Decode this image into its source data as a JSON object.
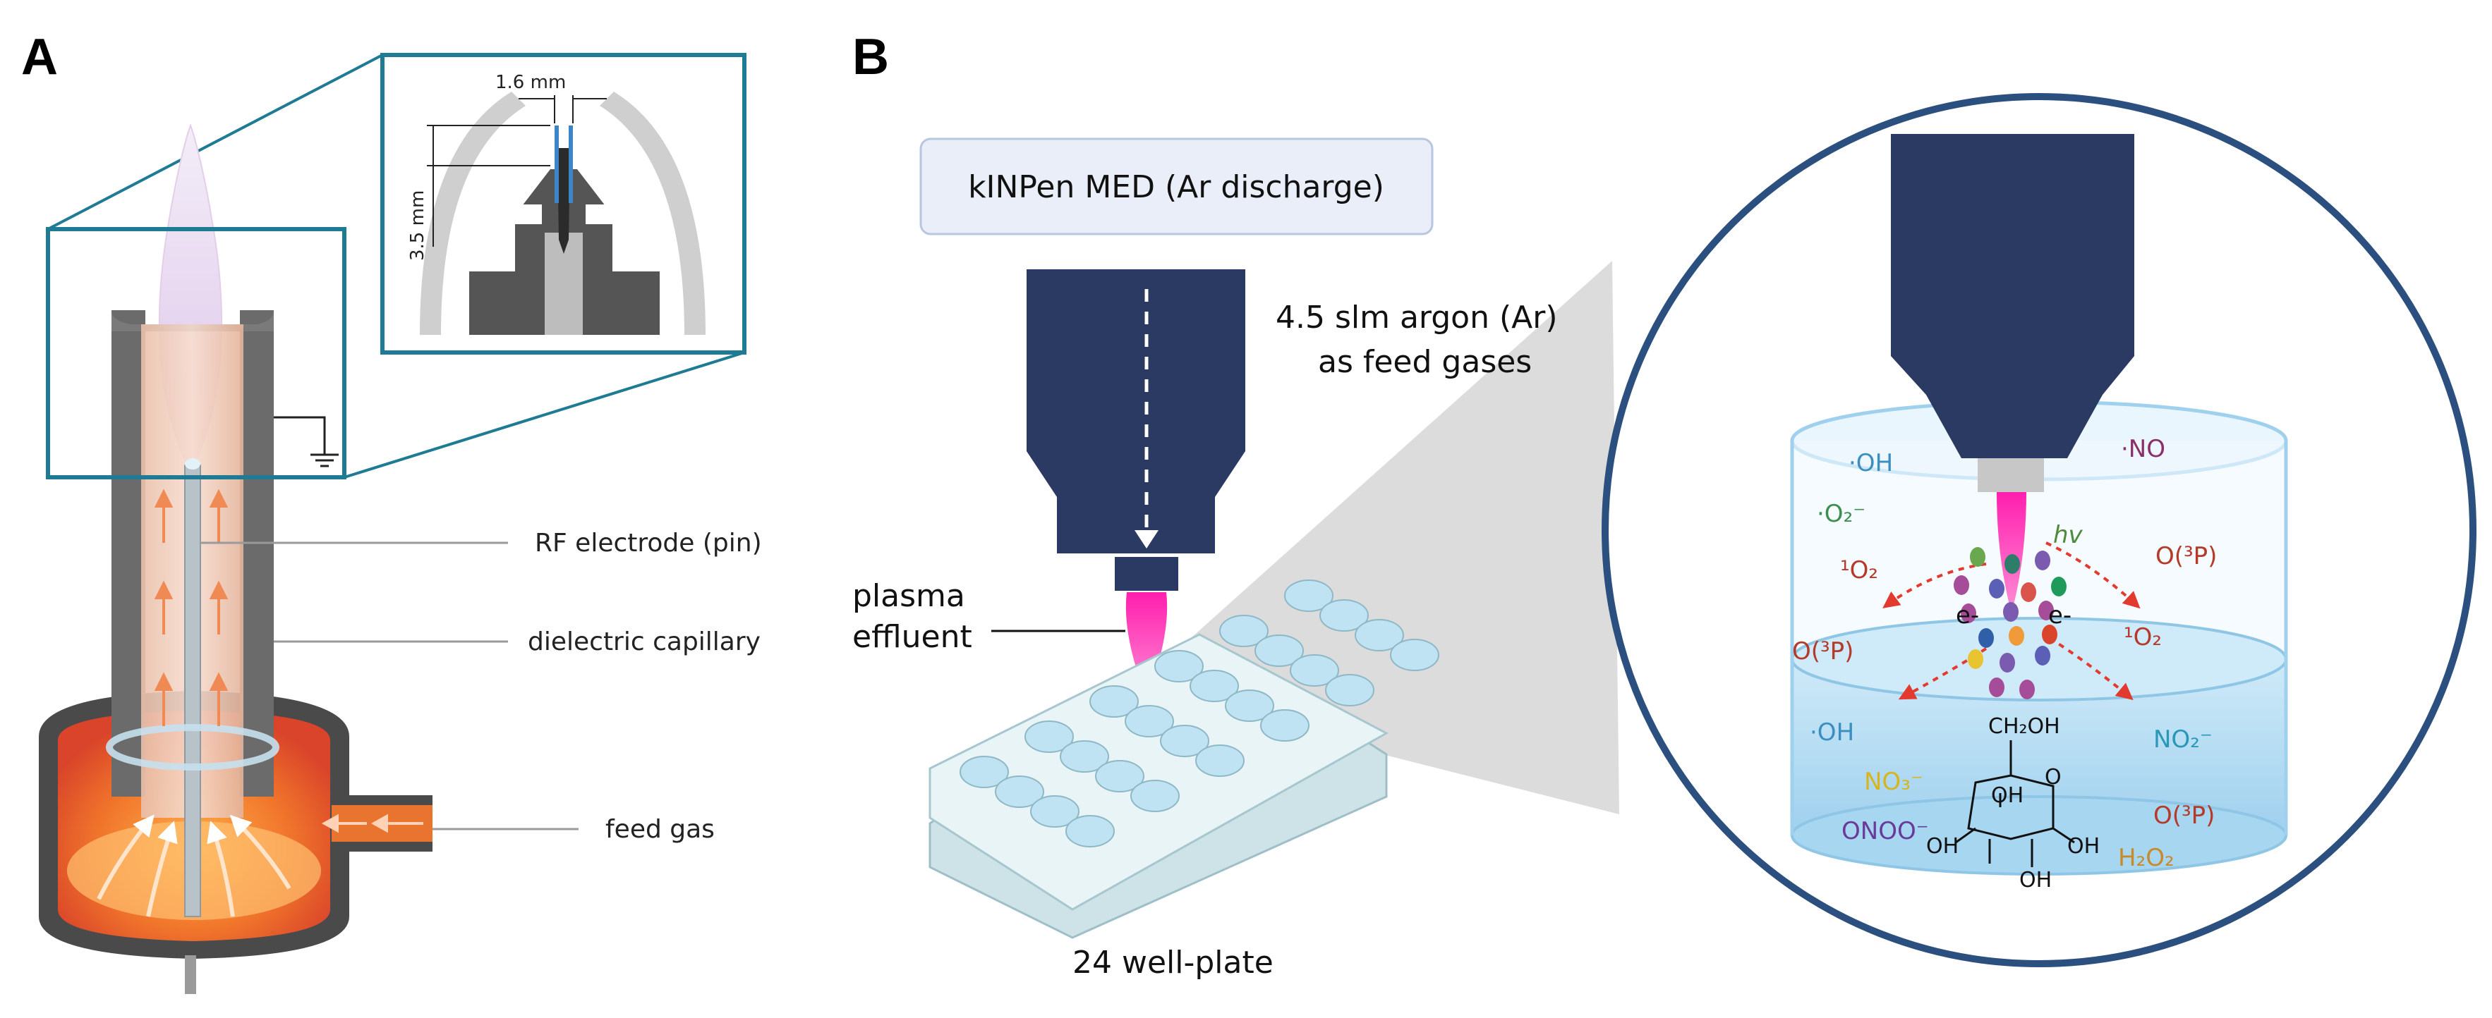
{
  "panels": {
    "a": "A",
    "b": "B"
  },
  "panel_a": {
    "dimension_width": "1.6 mm",
    "dimension_height": "3.5 mm",
    "labels": {
      "rf_electrode": "RF electrode (pin)",
      "dielectric_capillary": "dielectric capillary",
      "feed_gas": "feed gas"
    }
  },
  "panel_b": {
    "device_title": "kINPen MED (Ar discharge)",
    "feed_gas_line1": "4.5 slm argon (Ar)",
    "feed_gas_line2": "as feed gases",
    "plasma_line1": "plasma",
    "plasma_line2": "effluent",
    "plate_label": "24 well-plate",
    "species": {
      "oh_top": "·OH",
      "no_top": "·NO",
      "o2_superoxide": "·O₂⁻",
      "hv": "hv",
      "o3p_top_right": "O(³P)",
      "singlet_o2_left": "¹O₂",
      "electron_left": "e-",
      "electron_right": "e-",
      "singlet_o2_right": "¹O₂",
      "o3p_left": "O(³P)",
      "oh_liquid": "·OH",
      "no2_liquid": "NO₂⁻",
      "no3_liquid": "NO₃⁻",
      "o3p_liquid": "O(³P)",
      "onoo_liquid": "ONOO⁻",
      "h2o2_liquid": "H₂O₂"
    },
    "glucose": {
      "ch2oh": "CH₂OH",
      "oh1": "OH",
      "oh2": "OH",
      "oh3": "OH",
      "oh4": "OH",
      "o_ring": "O"
    }
  },
  "colors": {
    "navy": "#2b3a62",
    "teal_frame": "#1f7a94",
    "plasma_pink": "#ff2fb4",
    "liquid_blue": "#bfe3f7",
    "circle_border": "#2b4f7e"
  }
}
